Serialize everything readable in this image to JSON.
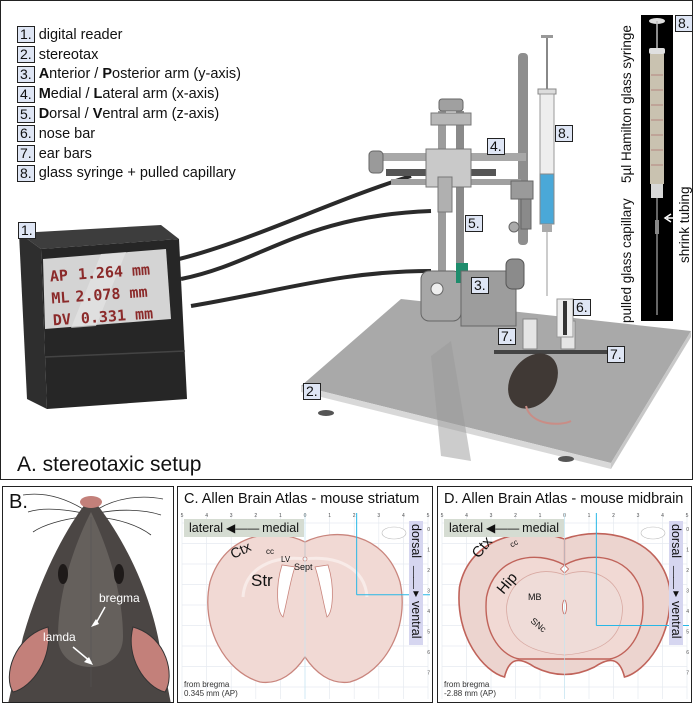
{
  "panel_a": {
    "title": "A. stereotaxic setup",
    "legend": [
      {
        "num": "1.",
        "parts": [
          {
            "text": "digital reader",
            "bold": false
          }
        ]
      },
      {
        "num": "2.",
        "parts": [
          {
            "text": "stereotax",
            "bold": false
          }
        ]
      },
      {
        "num": "3.",
        "parts": [
          {
            "text": "A",
            "bold": true
          },
          {
            "text": "nterior / ",
            "bold": false
          },
          {
            "text": "P",
            "bold": true
          },
          {
            "text": "osterior arm (y-axis)",
            "bold": false
          }
        ]
      },
      {
        "num": "4.",
        "parts": [
          {
            "text": "M",
            "bold": true
          },
          {
            "text": "edial / ",
            "bold": false
          },
          {
            "text": "L",
            "bold": true
          },
          {
            "text": "ateral arm (x-axis)",
            "bold": false
          }
        ]
      },
      {
        "num": "5.",
        "parts": [
          {
            "text": "D",
            "bold": true
          },
          {
            "text": "orsal / ",
            "bold": false
          },
          {
            "text": "V",
            "bold": true
          },
          {
            "text": "entral arm (z-axis)",
            "bold": false
          }
        ]
      },
      {
        "num": "6.",
        "parts": [
          {
            "text": "nose bar",
            "bold": false
          }
        ]
      },
      {
        "num": "7.",
        "parts": [
          {
            "text": "ear bars",
            "bold": false
          }
        ]
      },
      {
        "num": "8.",
        "parts": [
          {
            "text": "glass syringe + pulled capillary",
            "bold": false
          }
        ]
      }
    ],
    "digital_reader": {
      "rows": [
        {
          "axis": "AP",
          "value": "1.264 mm"
        },
        {
          "axis": "ML",
          "value": "2.078 mm"
        },
        {
          "axis": "DV",
          "value": "0.331 mm"
        }
      ]
    },
    "tags": {
      "reader": "1.",
      "stereotax": "2.",
      "ap_arm": "3.",
      "ml_arm": "4.",
      "dv_arm": "5.",
      "nose_bar": "6.",
      "ear_bar_left": "7.",
      "ear_bar_right": "7.",
      "syringe": "8.",
      "photo": "8."
    },
    "syringe_photo": {
      "label_syringe": "5µl Hamilton glass syringe",
      "label_capillary": "pulled glass capillary",
      "label_tubing": "shrink tubing"
    }
  },
  "panel_b": {
    "title": "B.",
    "labels": {
      "bregma": "bregma",
      "lambda": "lamda"
    }
  },
  "panel_c": {
    "title": "C. Allen Brain Atlas - mouse striatum",
    "lateral": "lateral",
    "medial": "medial",
    "dorsal": "dorsal",
    "ventral": "ventral",
    "x_ticks": [
      "5",
      "4",
      "3",
      "2",
      "1",
      "0",
      "1",
      "2",
      "3",
      "4",
      "5"
    ],
    "y_ticks": [
      "0",
      "1",
      "2",
      "3",
      "4",
      "5",
      "6",
      "7"
    ],
    "regions": {
      "ctx": "Ctx",
      "cc": "cc",
      "lv": "LV",
      "sept": "Sept",
      "str": "Str"
    },
    "from_bregma_line1": "from bregma",
    "from_bregma_line2": "0.345 mm (AP)",
    "target": {
      "ml_mm": 2.1,
      "dv_mm": 3.5
    },
    "colors": {
      "tissue": "#f1d9d4",
      "outline": "#c9857d",
      "target_line": "#27b7e6"
    }
  },
  "panel_d": {
    "title": "D. Allen Brain Atlas - mouse midbrain",
    "lateral": "lateral",
    "medial": "medial",
    "dorsal": "dorsal",
    "ventral": "ventral",
    "x_ticks": [
      "5",
      "4",
      "3",
      "2",
      "1",
      "0",
      "1",
      "2",
      "3",
      "4",
      "5"
    ],
    "y_ticks": [
      "0",
      "1",
      "2",
      "3",
      "4",
      "5",
      "6",
      "7"
    ],
    "regions": {
      "ctx": "Ctx",
      "cc": "cc",
      "hip": "Hip",
      "mb": "MB",
      "snc": "SNc"
    },
    "from_bregma_line1": "from bregma",
    "from_bregma_line2": "-2.88 mm (AP)",
    "target": {
      "ml_mm": 1.3,
      "dv_mm": 5.0
    },
    "colors": {
      "tissue": "#f1d9d4",
      "outline": "#c0635a",
      "target_line": "#27b7e6"
    }
  }
}
